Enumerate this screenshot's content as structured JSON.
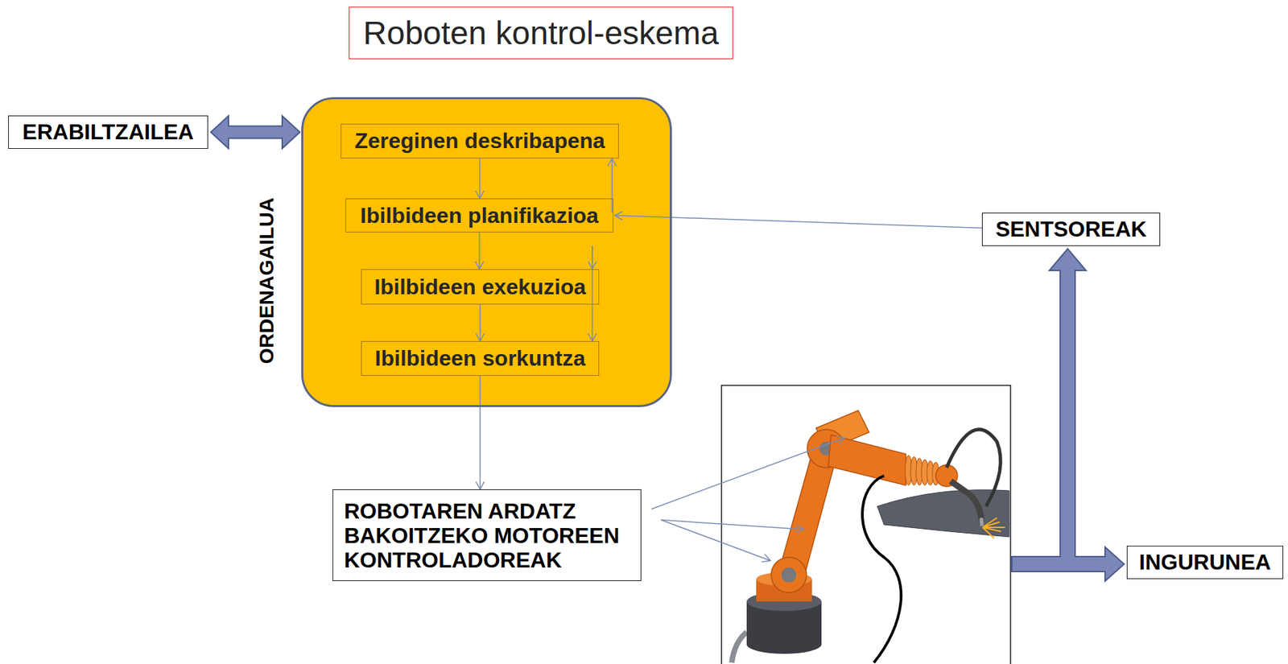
{
  "diagram": {
    "title": "Roboten kontrol-eskema",
    "nodes": [
      {
        "text": [
          "ERABILTZAILEA"
        ]
      },
      {
        "text": [
          "ORDENAGAILUA"
        ]
      },
      {
        "text": [
          "Zereginen deskribapena"
        ],
        "in": 1
      },
      {
        "text": [
          "Ibilbideen planifikazioa"
        ],
        "in": 1
      },
      {
        "text": [
          "Ibilbideen exekuzioa"
        ],
        "in": 1
      },
      {
        "text": [
          "Ibilbideen sorkuntza"
        ],
        "in": 1
      },
      {
        "text": [
          "SENTSOREAK"
        ]
      },
      {
        "text": [
          "ROBOTAREN ARDATZ BAKOITZEKO MOTOREEN KONTROLADOREAK"
        ]
      },
      {
        "text": [
          "INGURUNEA"
        ]
      }
    ],
    "edges": [
      {
        "from": 0,
        "to": 1,
        "arrow": "both"
      },
      {
        "from": 2,
        "to": 3,
        "arrow": "to"
      },
      {
        "from": 3,
        "to": 4,
        "arrow": "to"
      },
      {
        "from": 4,
        "to": 5,
        "arrow": "to"
      },
      {
        "from": 5,
        "to": 7,
        "arrow": "to"
      },
      {
        "from": 6,
        "to": 2,
        "arrow": "to"
      },
      {
        "from": 6,
        "to": 3,
        "arrow": "to"
      },
      {
        "from": 6,
        "to": 4,
        "arrow": "to"
      },
      {
        "from": 6,
        "to": 5,
        "arrow": "to"
      }
    ]
  }
}
